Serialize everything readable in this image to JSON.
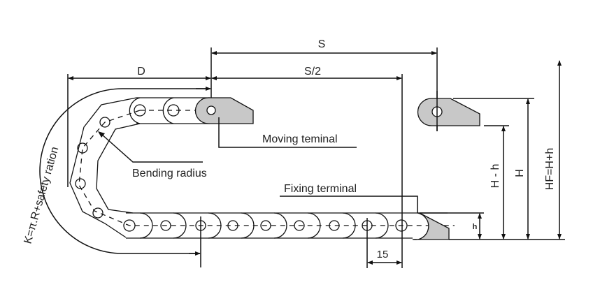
{
  "labels": {
    "S": "S",
    "S_half": "S/2",
    "D": "D",
    "moving_terminal": "Moving teminal",
    "bending_radius": "Bending radius",
    "fixing_terminal": "Fixing terminal",
    "K": "K=π.R+safety ration",
    "H_minus_h": "H - h",
    "H": "H",
    "HF": "HF=H+h",
    "h": "h",
    "fifteen": "15"
  },
  "colors": {
    "terminal_fill": "#c8c8c8",
    "line": "#111111"
  }
}
